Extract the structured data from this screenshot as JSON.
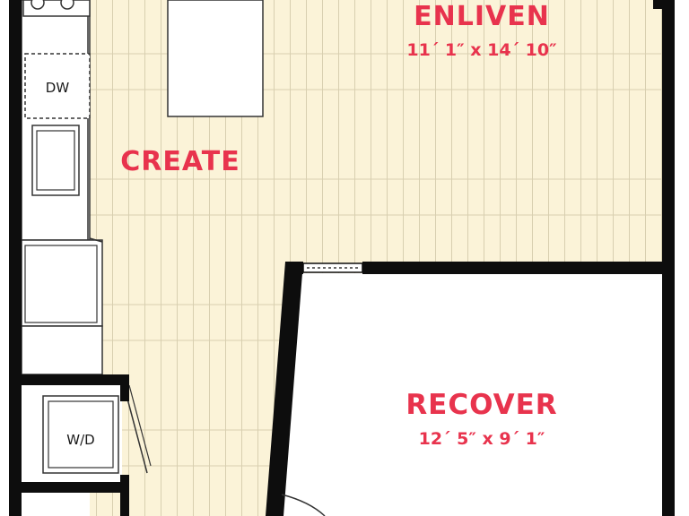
{
  "rooms": {
    "enliven": {
      "name": "ENLIVEN",
      "dims": "11´ 1″ x 14´ 10″"
    },
    "create": {
      "name": "CREATE"
    },
    "recover": {
      "name": "RECOVER",
      "dims": "12´ 5″ x 9´ 1″"
    }
  },
  "fixtures": {
    "dishwasher": "DW",
    "washer_dryer": "W/D"
  },
  "colors": {
    "wall": "#0d0d0d",
    "floor": "#fbf3d8",
    "floor_lines": "#d8cfb0",
    "accent_text": "#e8334d"
  }
}
